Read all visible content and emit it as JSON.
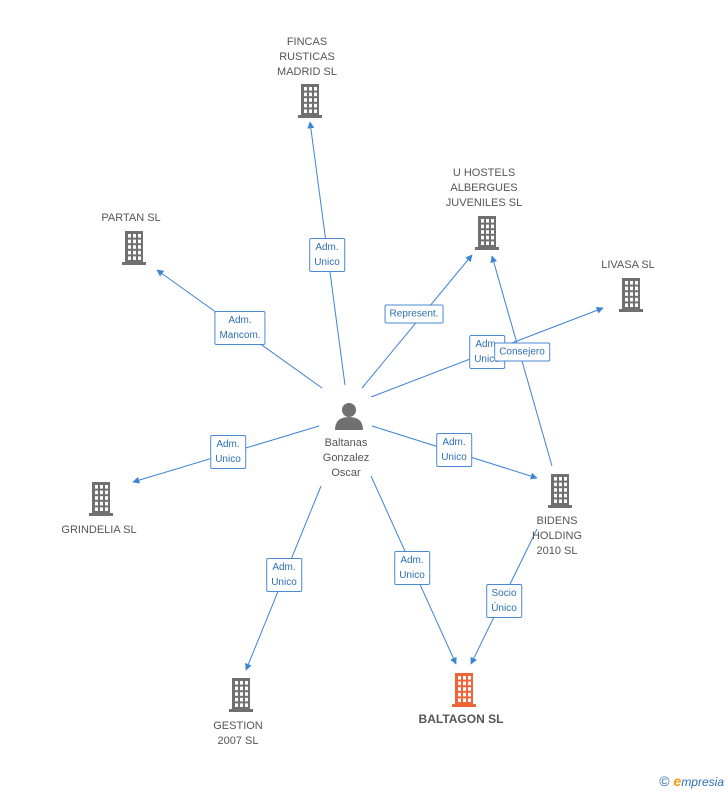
{
  "colors": {
    "edge": "#3d84d6",
    "building": "#707070",
    "building_focus": "#f0643a",
    "person": "#707070"
  },
  "person": {
    "name": "Baltanas\nGonzalez\nOscar"
  },
  "companies": [
    {
      "id": "fincas",
      "name": "FINCAS\nRUSTICAS\nMADRID SL"
    },
    {
      "id": "uhostels",
      "name": "U HOSTELS\nALBERGUES\nJUVENILES SL"
    },
    {
      "id": "partan",
      "name": "PARTAN SL"
    },
    {
      "id": "livasa",
      "name": "LIVASA SL"
    },
    {
      "id": "grindelia",
      "name": "GRINDELIA SL"
    },
    {
      "id": "bidens",
      "name": "BIDENS\nHOLDING\n2010 SL"
    },
    {
      "id": "gestion",
      "name": "GESTION\n2007 SL"
    },
    {
      "id": "baltagon",
      "name": "BALTAGON SL",
      "focus": true
    }
  ],
  "relations": [
    {
      "from": "person",
      "to": "fincas",
      "label": "Adm.\nUnico"
    },
    {
      "from": "person",
      "to": "partan",
      "label": "Adm.\nMancom."
    },
    {
      "from": "person",
      "to": "uhostels",
      "label": "Represent."
    },
    {
      "from": "person",
      "to": "livasa",
      "label": "Adm.\nUnico"
    },
    {
      "from": "bidens",
      "to": "uhostels",
      "label": "Consejero"
    },
    {
      "from": "person",
      "to": "grindelia",
      "label": "Adm.\nUnico"
    },
    {
      "from": "person",
      "to": "bidens",
      "label": "Adm.\nUnico"
    },
    {
      "from": "person",
      "to": "gestion",
      "label": "Adm.\nUnico"
    },
    {
      "from": "person",
      "to": "baltagon",
      "label": "Adm.\nUnico"
    },
    {
      "from": "bidens",
      "to": "baltagon",
      "label": "Socio\nÚnico"
    }
  ],
  "footer": {
    "copyright": "©",
    "brand_initial": "e",
    "brand_rest": "mpresia"
  }
}
